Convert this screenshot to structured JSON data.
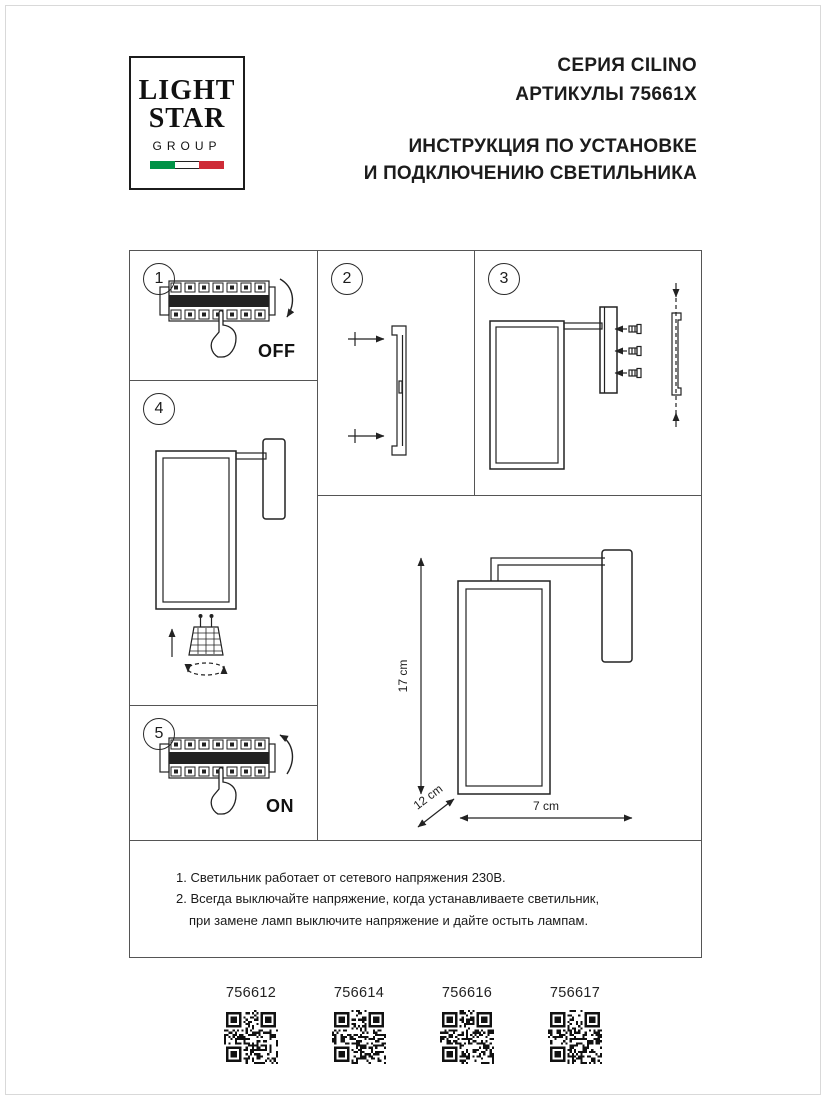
{
  "logo": {
    "line1": "LIGHT",
    "line2": "STAR",
    "line3": "GROUP",
    "flag_colors": [
      "#009246",
      "#ffffff",
      "#ce2b37"
    ]
  },
  "header": {
    "series": "СЕРИЯ CILINO",
    "articles": "АРТИКУЛЫ 75661X",
    "title_line1": "ИНСТРУКЦИЯ ПО УСТАНОВКЕ",
    "title_line2": "И ПОДКЛЮЧЕНИЮ СВЕТИЛЬНИКА"
  },
  "steps": [
    {
      "number": "1",
      "label": "OFF"
    },
    {
      "number": "2"
    },
    {
      "number": "3"
    },
    {
      "number": "4"
    },
    {
      "number": "5",
      "label": "ON"
    }
  ],
  "dimensions": {
    "height": "17 cm",
    "depth": "12 cm",
    "width": "7 cm"
  },
  "notes": [
    "1. Светильник работает от сетевого напряжения 230В.",
    "2. Всегда выключайте напряжение, когда устанавливаете светильник,",
    "при замене ламп выключите напряжение и дайте остыть лампам."
  ],
  "products": [
    {
      "code": "756612"
    },
    {
      "code": "756614"
    },
    {
      "code": "756616"
    },
    {
      "code": "756617"
    }
  ],
  "colors": {
    "ink": "#1c1c1c",
    "line": "#555555"
  }
}
